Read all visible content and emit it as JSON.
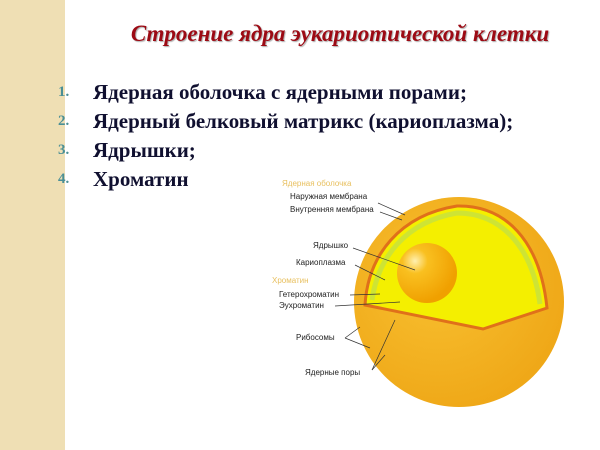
{
  "title": "Строение ядра эукариотической клетки",
  "list": [
    {
      "num": "1.",
      "text": "Ядерная оболочка с ядерными порами;"
    },
    {
      "num": "2.",
      "text": "Ядерный белковый матрикс (кариоплазма);"
    },
    {
      "num": "3.",
      "text": "Ядрышки;"
    },
    {
      "num": "4.",
      "text": "Хроматин"
    }
  ],
  "diagram": {
    "envelope": "Ядерная оболочка",
    "outer": "Наружная мембрана",
    "inner": "Внутренняя мембрана",
    "nucleolus": "Ядрышко",
    "karyoplasm": "Кариоплазма",
    "chromatin": "Хроматин",
    "hetero": "Гетерохроматин",
    "eu": "Эухроматин",
    "ribosomes": "Рибосомы",
    "pores": "Ядерные поры"
  },
  "colors": {
    "title": "#9c0a14",
    "cell": "#f2b321",
    "nucleus": "#f4f000",
    "membrane": "#e0701a"
  }
}
